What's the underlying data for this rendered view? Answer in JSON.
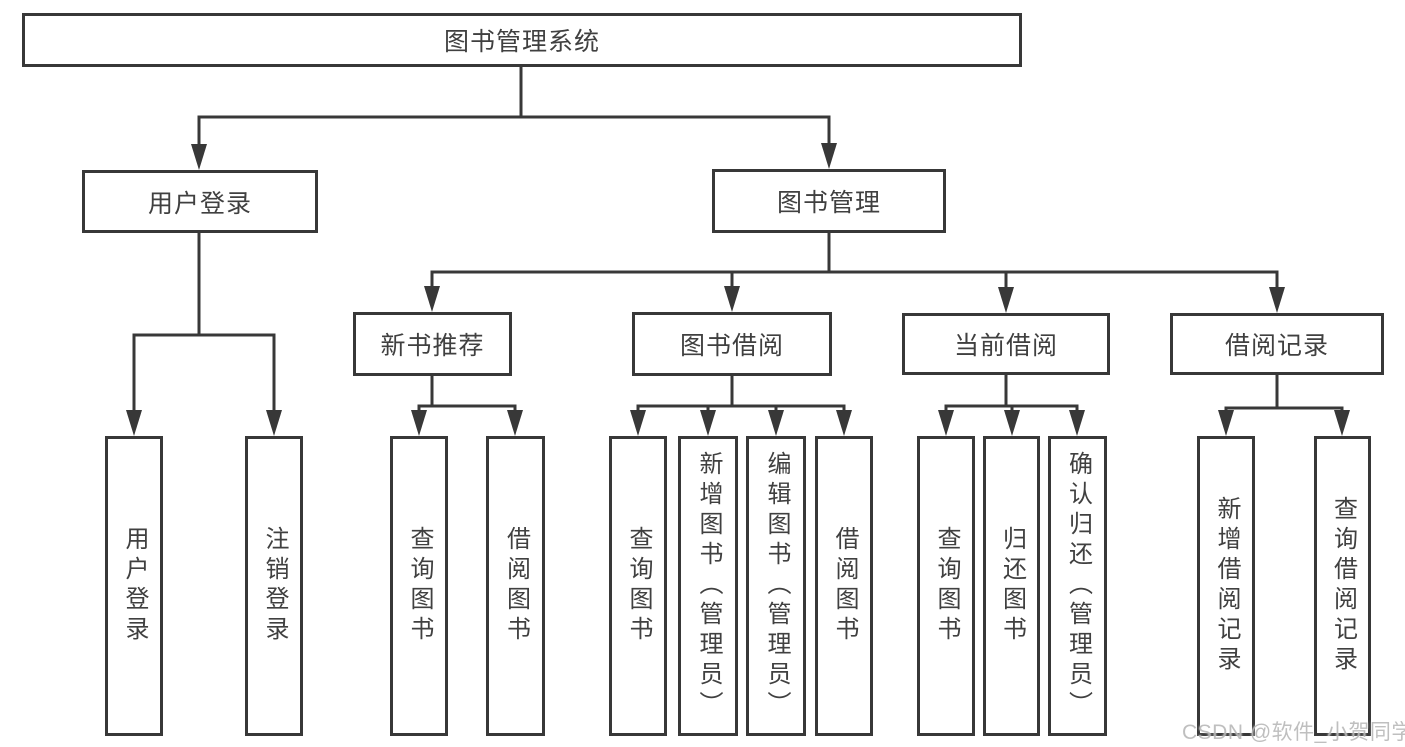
{
  "colors": {
    "line": "#383838",
    "text": "#404040",
    "box_bg": "#ffffff",
    "watermark": "#b9b9b9"
  },
  "root": {
    "label": "图书管理系统"
  },
  "branches": [
    {
      "label": "用户登录",
      "children": [
        {
          "label": "用户登录"
        },
        {
          "label": "注销登录"
        }
      ]
    },
    {
      "label": "图书管理",
      "children": [
        {
          "label": "新书推荐",
          "children": [
            {
              "label": "查询图书"
            },
            {
              "label": "借阅图书"
            }
          ]
        },
        {
          "label": "图书借阅",
          "children": [
            {
              "label": "查询图书"
            },
            {
              "label": "新增图书（管理员）"
            },
            {
              "label": "编辑图书（管理员）"
            },
            {
              "label": "借阅图书"
            }
          ]
        },
        {
          "label": "当前借阅",
          "children": [
            {
              "label": "查询图书"
            },
            {
              "label": "归还图书"
            },
            {
              "label": "确认归还（管理员）"
            }
          ]
        },
        {
          "label": "借阅记录",
          "children": [
            {
              "label": "新增借阅记录"
            },
            {
              "label": "查询借阅记录"
            }
          ]
        }
      ]
    }
  ],
  "watermark": {
    "text": "CSDN @软件_小贺同学"
  }
}
